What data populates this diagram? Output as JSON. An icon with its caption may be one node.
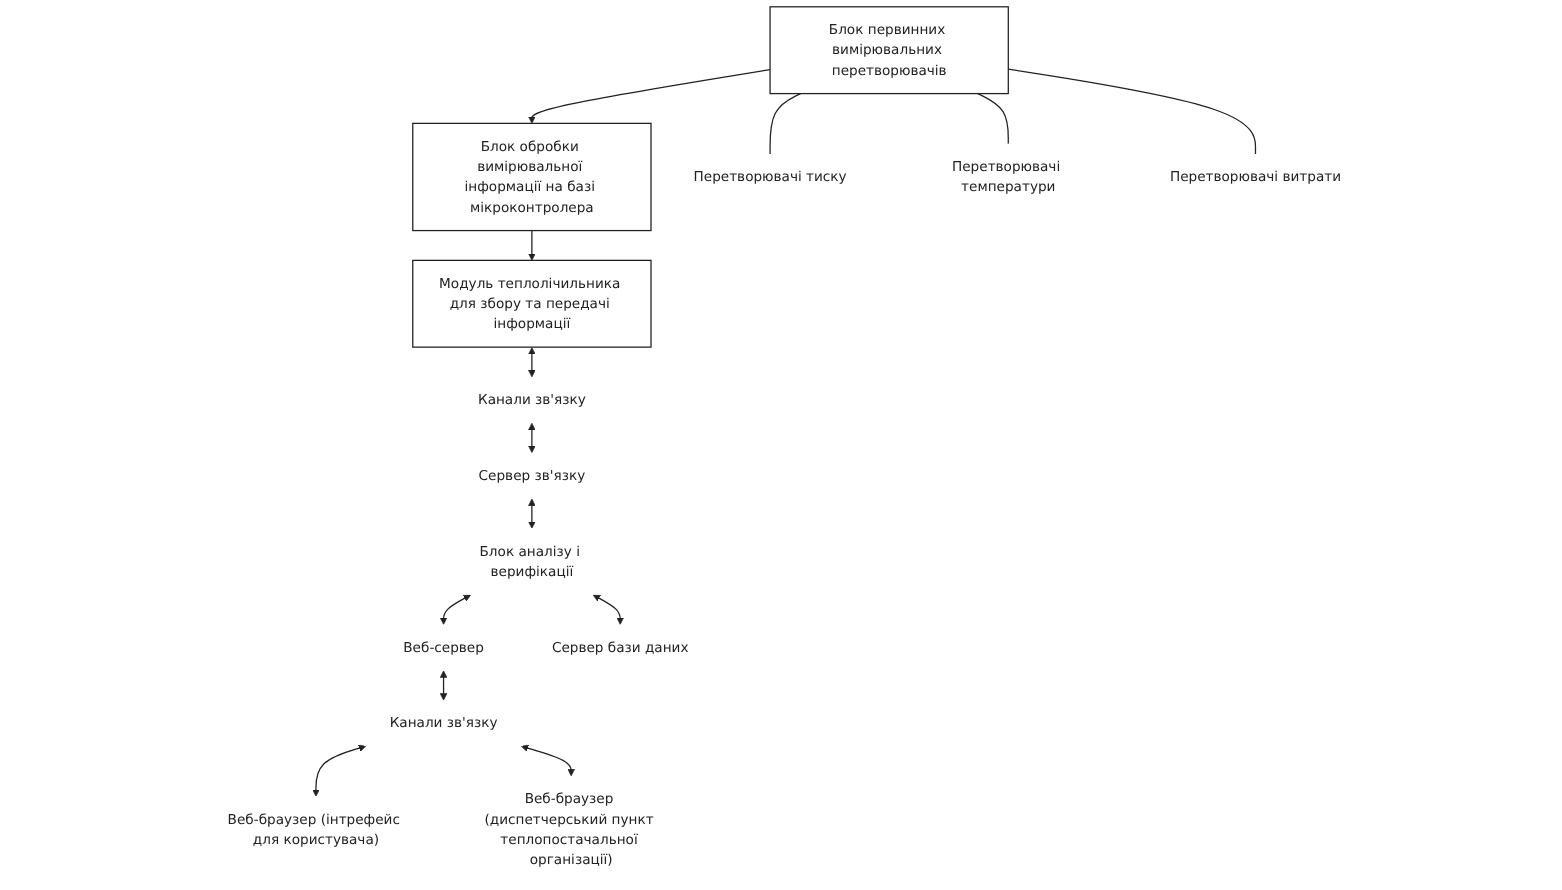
{
  "diagram": {
    "nodes": [
      {
        "text": [
          "Блок первинних вимірювальних перетворювачів"
        ]
      },
      {
        "text": [
          "Блок обробки вимірювальної інформації на базі мікроконтролера"
        ]
      },
      {
        "text": [
          "Модуль теплолічильника для збору та передачі інформації"
        ]
      },
      {
        "text": [
          "Перетворювачі тиску"
        ]
      },
      {
        "text": [
          "Перетворювачі температури"
        ]
      },
      {
        "text": [
          "Перетворювачі витрати"
        ]
      },
      {
        "text": [
          "Канали зв'язку"
        ]
      },
      {
        "text": [
          "Сервер зв'язку"
        ]
      },
      {
        "text": [
          "Блок аналізу і верифікації"
        ]
      },
      {
        "text": [
          "Веб-сервер"
        ]
      },
      {
        "text": [
          "Сервер бази даних"
        ]
      },
      {
        "text": [
          "Канали зв'язку"
        ]
      },
      {
        "text": [
          "Веб-браузер (інтрефейс для користувача)"
        ]
      },
      {
        "text": [
          "Веб-браузер (диспетчерський пункт теплопостачальної організації)"
        ]
      }
    ],
    "edges": [
      {
        "from": 0,
        "to": 1,
        "arrow": "to"
      },
      {
        "from": 1,
        "to": 2,
        "arrow": "to"
      },
      {
        "from": 0,
        "to": 3,
        "arrow": "none"
      },
      {
        "from": 0,
        "to": 4,
        "arrow": "none"
      },
      {
        "from": 0,
        "to": 5,
        "arrow": "none"
      },
      {
        "from": 2,
        "to": 6,
        "arrow": "both"
      },
      {
        "from": 6,
        "to": 7,
        "arrow": "both"
      },
      {
        "from": 7,
        "to": 8,
        "arrow": "both"
      },
      {
        "from": 8,
        "to": 9,
        "arrow": "both"
      },
      {
        "from": 8,
        "to": 10,
        "arrow": "both"
      },
      {
        "from": 9,
        "to": 11,
        "arrow": "both"
      },
      {
        "from": 11,
        "to": 12,
        "arrow": "both"
      },
      {
        "from": 11,
        "to": 13,
        "arrow": "both"
      }
    ]
  }
}
